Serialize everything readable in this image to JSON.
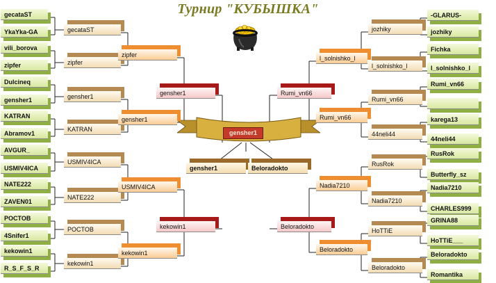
{
  "title": "Турнир \"КУБЫШКА\"",
  "icons": {
    "trophy": "pot-of-gold-icon"
  },
  "colors": {
    "title": "#7a7a22",
    "r1": "#8fae44",
    "r2": "#b48a52",
    "r3": "#ef8e30",
    "r4": "#a81a1a",
    "champion": "#c43a2a"
  },
  "champion": "gensher1",
  "final": {
    "left": "gensher1",
    "right": "Beloradokto"
  },
  "left": {
    "r1": [
      "gecataST",
      "YkaYka-GA",
      "vili_borova",
      "zipfer",
      "Dulcineq",
      "gensher1",
      "KATRAN",
      "Abramov1",
      "AVGUR_",
      "USMIV4ICA",
      "NATE222",
      "ZAVEN01",
      "POCTOB",
      "4Snifer1",
      "kekowin1",
      "R_S_F_S_R"
    ],
    "r2": [
      "gecataST",
      "zipfer",
      "gensher1",
      "KATRAN",
      "USMIV4ICA",
      "NATE222",
      "POCTOB",
      "kekowin1"
    ],
    "r3": [
      "zipfer",
      "gensher1",
      "USMIV4ICA",
      "kekowin1"
    ],
    "r4": [
      "gensher1",
      "kekowin1"
    ]
  },
  "right": {
    "r1": [
      "-GLARUS-",
      "jozhiky",
      "Fichka",
      "l_solnishko_l",
      "Rumi_vn66",
      "",
      "karega13",
      "44neli44",
      "RusRok",
      "Butterfly_sz",
      "Nadia7210",
      "CHARLES999",
      "GRINA88",
      "HoTTiE___",
      "Beloradokto",
      "Romantika"
    ],
    "r2": [
      "jozhiky",
      "l_solnishko_l",
      "Rumi_vn66",
      "44neli44",
      "RusRok",
      "Nadia7210",
      "HoTTiE",
      "Beloradokto"
    ],
    "r3": [
      "l_solnishko_l",
      "Rumi_vn66",
      "Nadia7210",
      "Beloradokto"
    ],
    "r4": [
      "Rumi_vn66",
      "Beloradokto"
    ]
  }
}
